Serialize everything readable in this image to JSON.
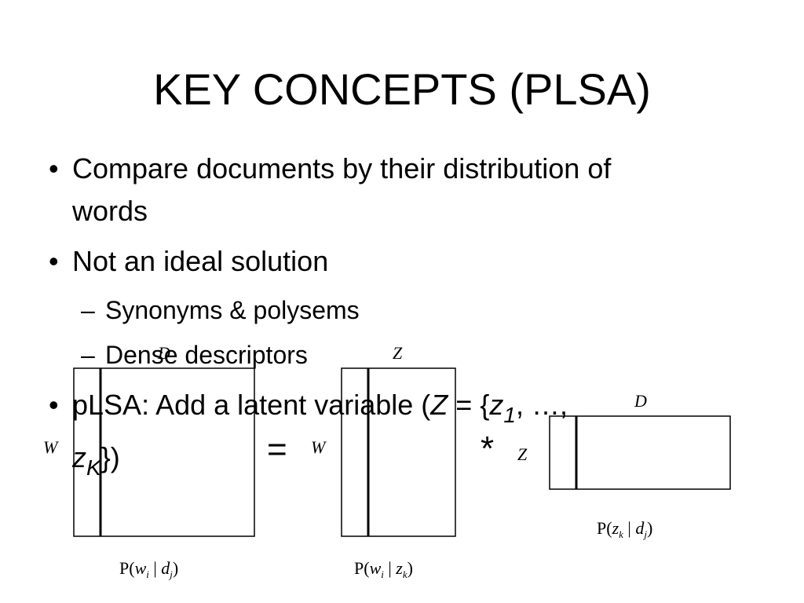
{
  "slide": {
    "title": "KEY CONCEPTS (PLSA)",
    "bullets": [
      {
        "mark": "•",
        "text_line1": "Compare documents by their distribution of",
        "text_line2": "words"
      },
      {
        "mark": "•",
        "text": "Not an ideal solution"
      },
      {
        "mark": "•",
        "prefix": "pLSA: Add a latent variable (",
        "var_Z": "Z",
        "eq": " = {",
        "z1": "z",
        "z1_sub": "1",
        "mid": ", …,",
        "zk": "z",
        "zk_sub": "K",
        "suffix": "})"
      }
    ],
    "sub_bullets": [
      {
        "mark": "–",
        "text": "Synonyms & polysems"
      },
      {
        "mark": "–",
        "text": "Dense descriptors"
      }
    ]
  },
  "diagram": {
    "matrix_left": {
      "top_label": "D",
      "side_label": "W",
      "caption_p": "P(",
      "caption_a": "w",
      "caption_a_sub": "i",
      "caption_bar": " | ",
      "caption_b": "d",
      "caption_b_sub": "j",
      "caption_close": ")"
    },
    "matrix_mid": {
      "top_label": "Z",
      "side_label": "W",
      "caption_p": "P(",
      "caption_a": "w",
      "caption_a_sub": "i",
      "caption_bar": " | ",
      "caption_b": "z",
      "caption_b_sub": "k",
      "caption_close": ")"
    },
    "matrix_right": {
      "top_label": "D",
      "side_label": "Z",
      "caption_p": "P(",
      "caption_a": "z",
      "caption_a_sub": "k",
      "caption_bar": " | ",
      "caption_b": "d",
      "caption_b_sub": "j",
      "caption_close": ")"
    },
    "equals": "=",
    "times": "*"
  }
}
